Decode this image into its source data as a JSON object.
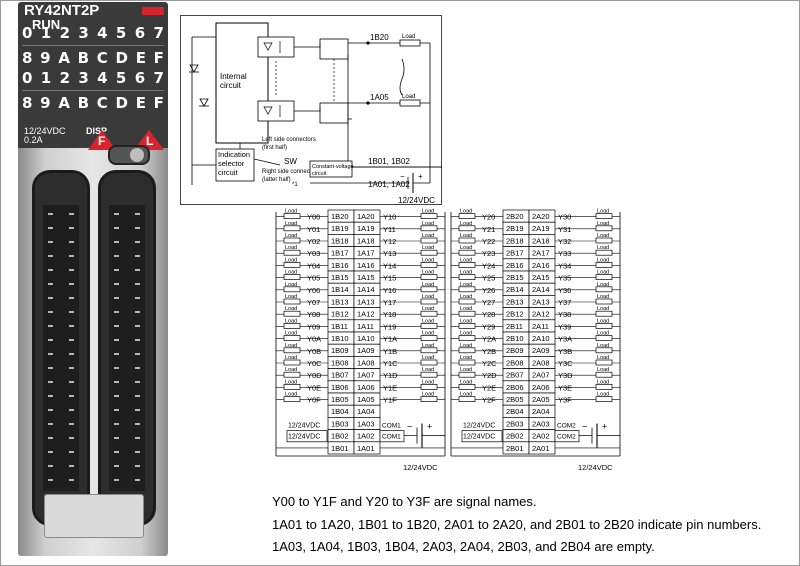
{
  "module": {
    "model": "RY42NT2P",
    "run": "RUN",
    "led_row1": [
      "0",
      "1",
      "2",
      "3",
      "4",
      "5",
      "6",
      "7"
    ],
    "led_row2": [
      "8",
      "9",
      "A",
      "B",
      "C",
      "D",
      "E",
      "F"
    ],
    "voltage": "12/24VDC",
    "current": "0.2A",
    "disp": "DISP",
    "label_f": "F",
    "label_l": "L"
  },
  "internal": {
    "pin_b20": "1B20",
    "pin_a05": "1A05",
    "load": "Load",
    "internal_circuit": [
      "Internal",
      "circuit"
    ],
    "left_side": [
      "Left side connectors",
      "(first half)"
    ],
    "indication": [
      "Indication",
      "selector",
      "circuit"
    ],
    "sw": "SW",
    "right_side": [
      "Right side connectors",
      "(latter half)"
    ],
    "note": "*1",
    "cv_circuit": [
      "Constant-voltage",
      "circuit"
    ],
    "b01_b02": "1B01, 1B02",
    "a01_a02": "1A01, 1A02",
    "plus": "+",
    "minus": "−",
    "supply": "12/24VDC"
  },
  "wiring_left": {
    "load": "Load",
    "rows": [
      {
        "lsig": "Y00",
        "b": "1B20",
        "a": "1A20",
        "rsig": "Y10"
      },
      {
        "lsig": "Y01",
        "b": "1B19",
        "a": "1A19",
        "rsig": "Y11"
      },
      {
        "lsig": "Y02",
        "b": "1B18",
        "a": "1A18",
        "rsig": "Y12"
      },
      {
        "lsig": "Y03",
        "b": "1B17",
        "a": "1A17",
        "rsig": "Y13"
      },
      {
        "lsig": "Y04",
        "b": "1B16",
        "a": "1A16",
        "rsig": "Y14"
      },
      {
        "lsig": "Y05",
        "b": "1B15",
        "a": "1A15",
        "rsig": "Y15"
      },
      {
        "lsig": "Y06",
        "b": "1B14",
        "a": "1A14",
        "rsig": "Y16"
      },
      {
        "lsig": "Y07",
        "b": "1B13",
        "a": "1A13",
        "rsig": "Y17"
      },
      {
        "lsig": "Y08",
        "b": "1B12",
        "a": "1A12",
        "rsig": "Y18"
      },
      {
        "lsig": "Y09",
        "b": "1B11",
        "a": "1A11",
        "rsig": "Y19"
      },
      {
        "lsig": "Y0A",
        "b": "1B10",
        "a": "1A10",
        "rsig": "Y1A"
      },
      {
        "lsig": "Y0B",
        "b": "1B09",
        "a": "1A09",
        "rsig": "Y1B"
      },
      {
        "lsig": "Y0C",
        "b": "1B08",
        "a": "1A08",
        "rsig": "Y1C"
      },
      {
        "lsig": "Y0D",
        "b": "1B07",
        "a": "1A07",
        "rsig": "Y1D"
      },
      {
        "lsig": "Y0E",
        "b": "1B06",
        "a": "1A06",
        "rsig": "Y1E"
      },
      {
        "lsig": "Y0F",
        "b": "1B05",
        "a": "1A05",
        "rsig": "Y1F"
      },
      {
        "lsig": "",
        "b": "1B04",
        "a": "1A04",
        "rsig": ""
      },
      {
        "lsig": "",
        "b": "1B03",
        "a": "1A03",
        "rsig": ""
      },
      {
        "lsig": "",
        "b": "1B02",
        "a": "1A02",
        "rsig": ""
      },
      {
        "lsig": "",
        "b": "1B01",
        "a": "1A01",
        "rsig": ""
      }
    ],
    "com": "COM1",
    "supply": "12/24VDC",
    "plus": "+",
    "minus": "−"
  },
  "wiring_right": {
    "load": "Load",
    "rows": [
      {
        "lsig": "Y20",
        "b": "2B20",
        "a": "2A20",
        "rsig": "Y30"
      },
      {
        "lsig": "Y21",
        "b": "2B19",
        "a": "2A19",
        "rsig": "Y31"
      },
      {
        "lsig": "Y22",
        "b": "2B18",
        "a": "2A18",
        "rsig": "Y32"
      },
      {
        "lsig": "Y23",
        "b": "2B17",
        "a": "2A17",
        "rsig": "Y33"
      },
      {
        "lsig": "Y24",
        "b": "2B16",
        "a": "2A16",
        "rsig": "Y34"
      },
      {
        "lsig": "Y25",
        "b": "2B15",
        "a": "2A15",
        "rsig": "Y35"
      },
      {
        "lsig": "Y26",
        "b": "2B14",
        "a": "2A14",
        "rsig": "Y36"
      },
      {
        "lsig": "Y27",
        "b": "2B13",
        "a": "2A13",
        "rsig": "Y37"
      },
      {
        "lsig": "Y28",
        "b": "2B12",
        "a": "2A12",
        "rsig": "Y38"
      },
      {
        "lsig": "Y29",
        "b": "2B11",
        "a": "2A11",
        "rsig": "Y39"
      },
      {
        "lsig": "Y2A",
        "b": "2B10",
        "a": "2A10",
        "rsig": "Y3A"
      },
      {
        "lsig": "Y2B",
        "b": "2B09",
        "a": "2A09",
        "rsig": "Y3B"
      },
      {
        "lsig": "Y2C",
        "b": "2B08",
        "a": "2A08",
        "rsig": "Y3C"
      },
      {
        "lsig": "Y2D",
        "b": "2B07",
        "a": "2A07",
        "rsig": "Y3D"
      },
      {
        "lsig": "Y2E",
        "b": "2B06",
        "a": "2A06",
        "rsig": "Y3E"
      },
      {
        "lsig": "Y2F",
        "b": "2B05",
        "a": "2A05",
        "rsig": "Y3F"
      },
      {
        "lsig": "",
        "b": "2B04",
        "a": "2A04",
        "rsig": ""
      },
      {
        "lsig": "",
        "b": "2B03",
        "a": "2A03",
        "rsig": ""
      },
      {
        "lsig": "",
        "b": "2B02",
        "a": "2A02",
        "rsig": ""
      },
      {
        "lsig": "",
        "b": "2B01",
        "a": "2A01",
        "rsig": ""
      }
    ],
    "com": "COM2",
    "supply": "12/24VDC",
    "plus": "+",
    "minus": "−"
  },
  "notes": [
    "Y00 to Y1F and Y20 to Y3F are signal names.",
    "1A01 to 1A20, 1B01 to 1B20, 2A01 to 2A20, and 2B01 to 2B20 indicate pin numbers.",
    "1A03, 1A04, 1B03, 1B04, 2A03, 2A04, 2B03, and 2B04 are empty."
  ]
}
